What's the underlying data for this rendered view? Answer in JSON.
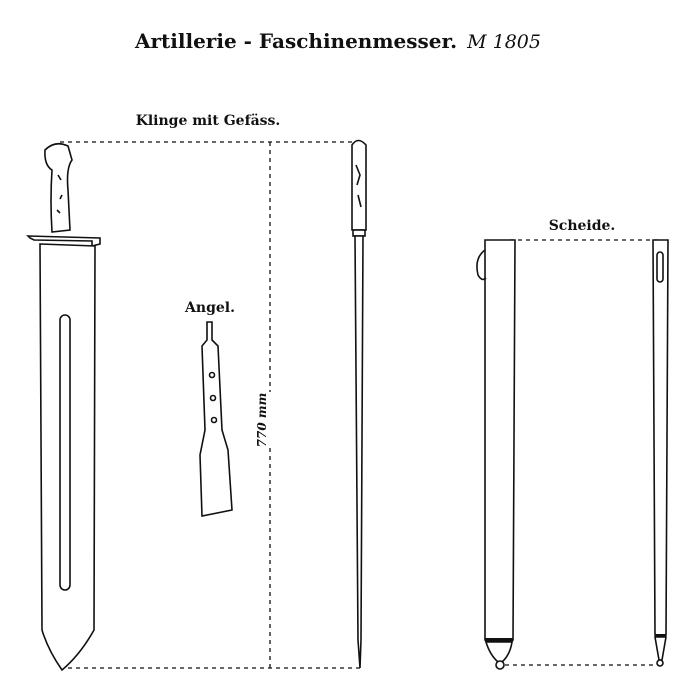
{
  "title": "Artillerie - Faschinenmesser.",
  "title_annotation": "M 1805",
  "labels": {
    "blade_with_hilt": "Klinge mit Gefäss.",
    "tang": "Angel.",
    "length": "770 mm",
    "scabbard": "Scheide."
  }
}
